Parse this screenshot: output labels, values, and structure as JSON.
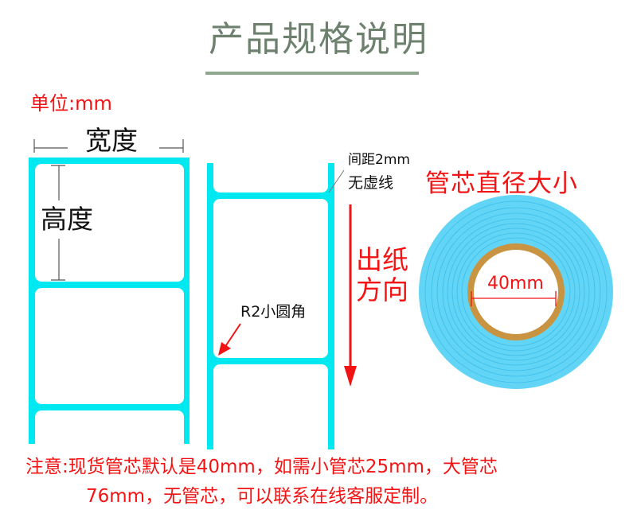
{
  "title": "产品规格说明",
  "unit_label": "单位:mm",
  "width_label": "宽度",
  "height_label": "高度",
  "gap_label_line1": "间距2mm",
  "gap_label_line2": "无虚线",
  "corner_label": "R2小圆角",
  "direction_line1": "出纸",
  "direction_line2": "方向",
  "core_title": "管芯直径大小",
  "core_diameter": "40mm",
  "note_line1": "注意:现货管芯默认是40mm，如需小管芯25mm，大管芯",
  "note_line2": "76mm，无管芯，可以联系在线客服定制。",
  "colors": {
    "label_cyan": "#00e8f0",
    "roll_blue": "#62d5f6",
    "core_brown": "#c99442",
    "accent_red": "#f21414",
    "title_green": "#6e816f"
  }
}
